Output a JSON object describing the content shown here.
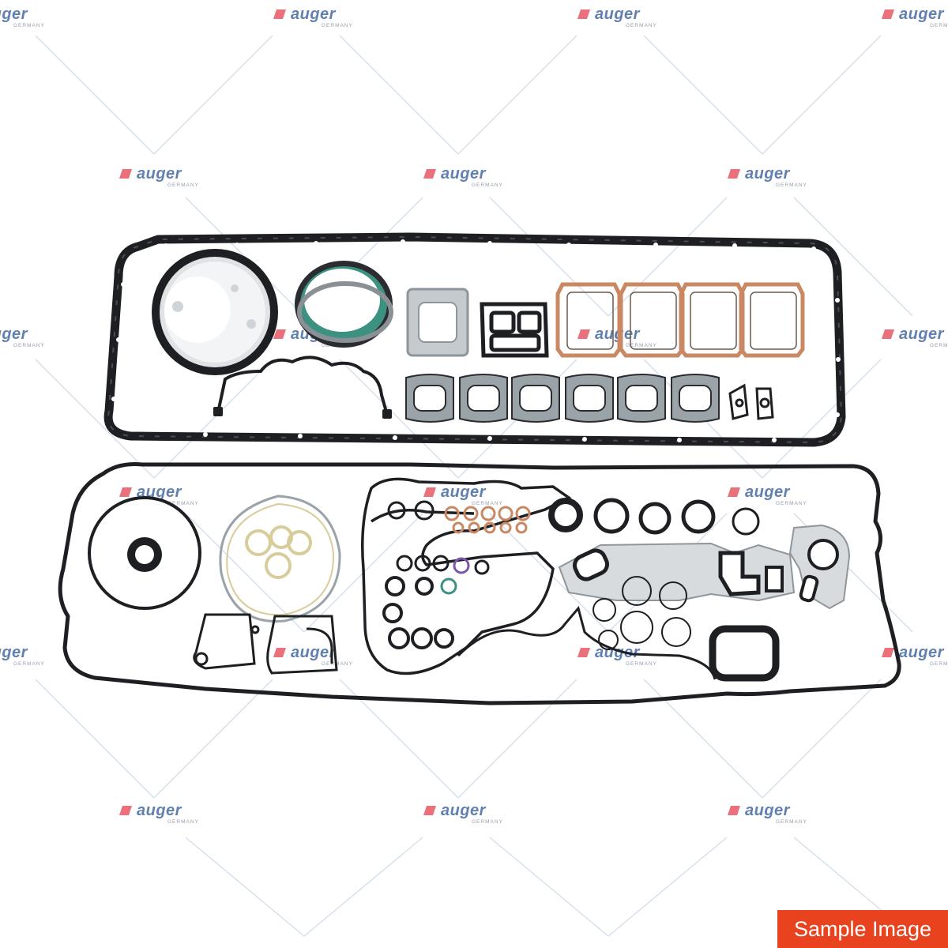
{
  "image": {
    "description_type": "product photograph",
    "subject": "engine overhaul gasket set laid out on white background"
  },
  "watermark": {
    "brand_text": "AUGER",
    "sub_text": "GERMANY",
    "brand_color": "#4f72a8",
    "accent_color": "#e8616c",
    "line_color": "#c9d9ec"
  },
  "badge": {
    "text": "Sample Image",
    "color": "#e8431e"
  },
  "colors": {
    "gasket_black": "#1d1f22",
    "steel": "#9aa3a8",
    "copper": "#c98762",
    "green_seal": "#3d9180",
    "purple_ring": "#7d58a6",
    "cream_ring": "#d8cc9a"
  }
}
